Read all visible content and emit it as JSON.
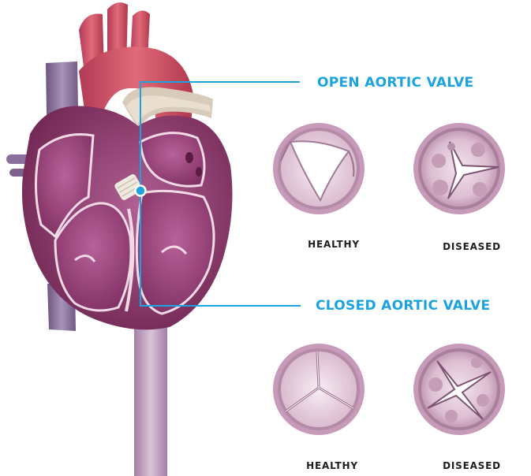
{
  "colors": {
    "accent": "#1aa3e0",
    "caption": "#1d1d1f",
    "myocardium": "#8a2e62",
    "chamber": "#a24d82",
    "vessel_red": "#c8475b",
    "vein_purple": "#8a6f9c",
    "valve_rim": "#c89bbb",
    "valve_tissue": "#e2c6d8"
  },
  "labels": {
    "open_valve": "OPEN AORTIC VALVE",
    "closed_valve": "CLOSED AORTIC VALVE"
  },
  "valves": {
    "open_healthy": "HEALTHY",
    "open_diseased": "DISEASED",
    "closed_healthy": "HEALTHY",
    "closed_diseased": "DISEASED"
  },
  "icons": [
    "heart-illustration",
    "aortic-valve-marker",
    "valve-illustration"
  ]
}
